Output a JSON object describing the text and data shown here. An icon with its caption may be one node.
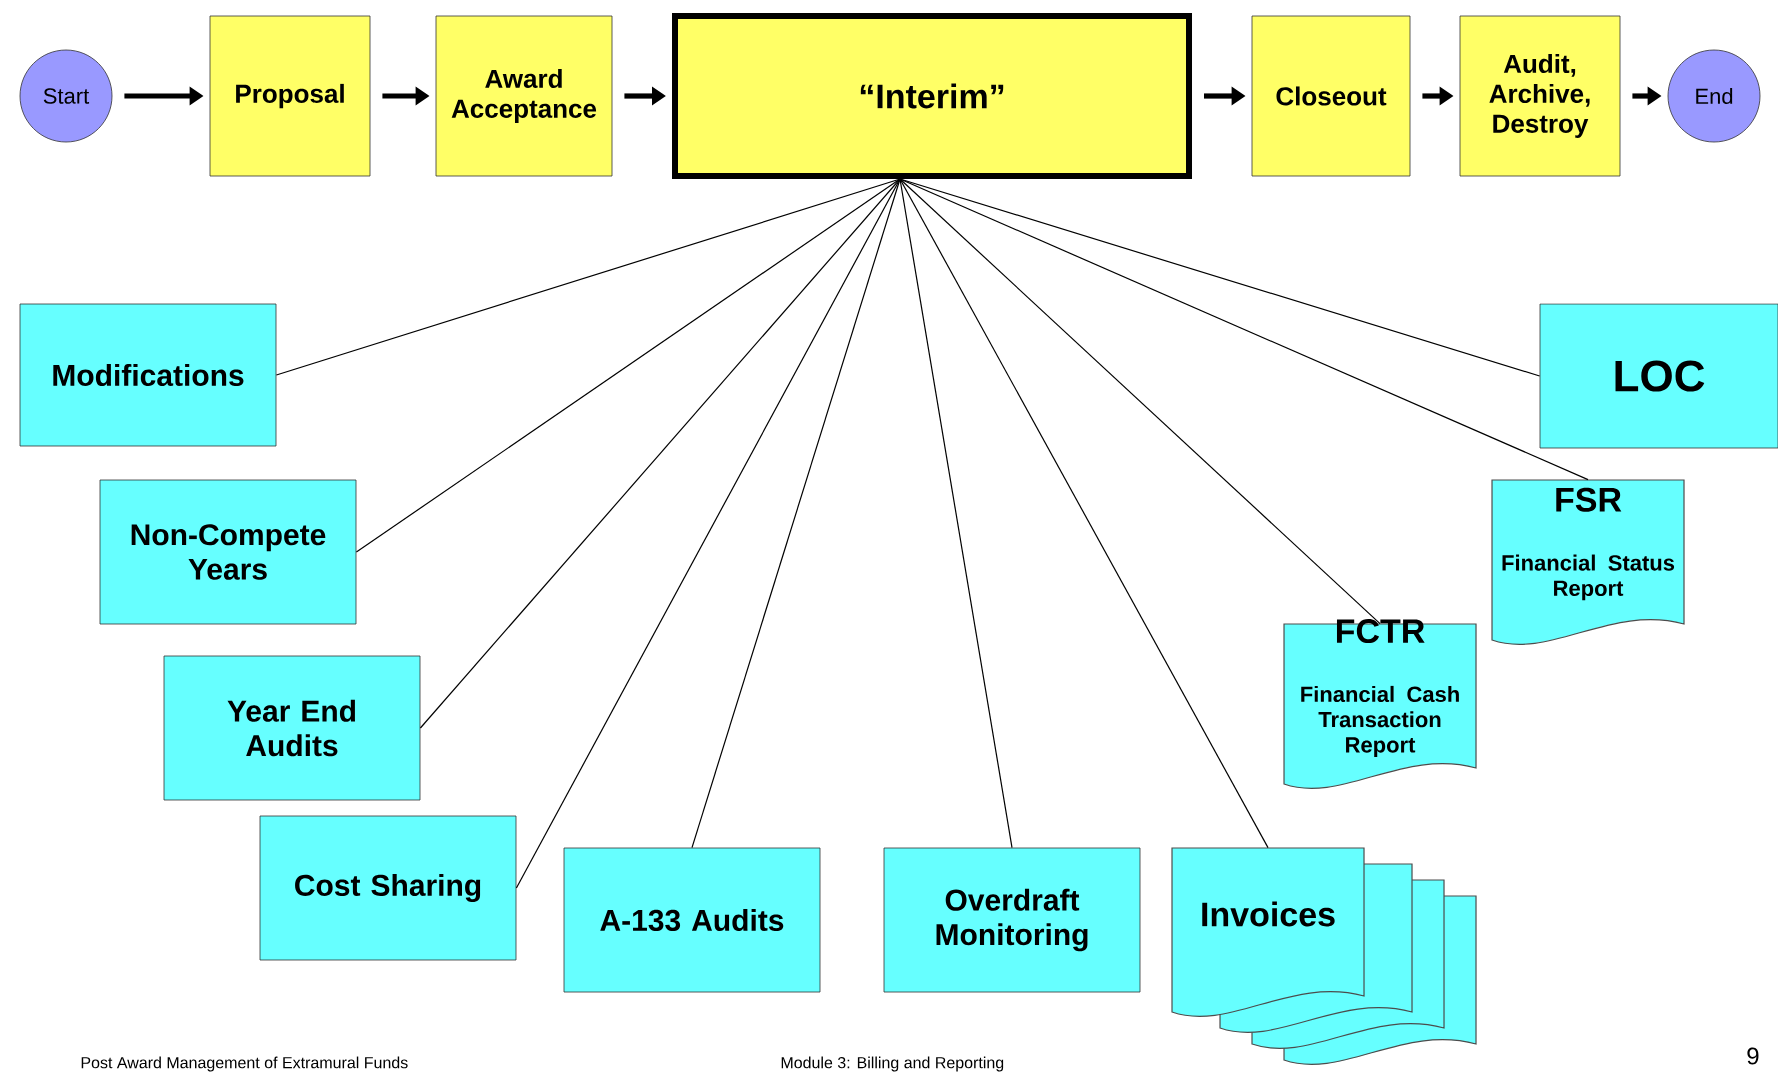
{
  "diagram": {
    "nodes": [
      {
        "text": [
          "Start"
        ]
      },
      {
        "text": [
          "Proposal"
        ]
      },
      {
        "text": [
          "Award Acceptance"
        ]
      },
      {
        "text": [
          "“Interim”"
        ]
      },
      {
        "text": [
          "Closeout"
        ]
      },
      {
        "text": [
          "Audit, Archive, Destroy"
        ]
      },
      {
        "text": [
          "End"
        ]
      },
      {
        "text": [
          "Modifications"
        ]
      },
      {
        "text": [
          "Non-Compete Years"
        ]
      },
      {
        "text": [
          "Year End Audits"
        ]
      },
      {
        "text": [
          "Cost Sharing"
        ]
      },
      {
        "text": [
          "A-133 Audits"
        ]
      },
      {
        "text": [
          "Overdraft Monitoring"
        ]
      },
      {
        "text": [
          "Invoices"
        ]
      },
      {
        "text": [
          "FCTR",
          "Financial Cash Transaction Report"
        ]
      },
      {
        "text": [
          "FSR",
          "Financial Status Report"
        ]
      },
      {
        "text": [
          "LOC"
        ]
      }
    ],
    "edges": [
      {
        "from": 0,
        "to": 1,
        "arrow": "to",
        "style": "thick"
      },
      {
        "from": 1,
        "to": 2,
        "arrow": "to",
        "style": "thick"
      },
      {
        "from": 2,
        "to": 3,
        "arrow": "to",
        "style": "thick"
      },
      {
        "from": 3,
        "to": 4,
        "arrow": "to",
        "style": "thick"
      },
      {
        "from": 4,
        "to": 5,
        "arrow": "to",
        "style": "thick"
      },
      {
        "from": 5,
        "to": 6,
        "arrow": "to",
        "style": "thick"
      },
      {
        "from": 3,
        "to": 7,
        "arrow": "none"
      },
      {
        "from": 3,
        "to": 8,
        "arrow": "none"
      },
      {
        "from": 3,
        "to": 9,
        "arrow": "none"
      },
      {
        "from": 3,
        "to": 10,
        "arrow": "none"
      },
      {
        "from": 3,
        "to": 11,
        "arrow": "none"
      },
      {
        "from": 3,
        "to": 12,
        "arrow": "none"
      },
      {
        "from": 3,
        "to": 13,
        "arrow": "none"
      },
      {
        "from": 3,
        "to": 14,
        "arrow": "none"
      },
      {
        "from": 3,
        "to": 15,
        "arrow": "none"
      },
      {
        "from": 3,
        "to": 16,
        "arrow": "none"
      }
    ],
    "labels": [
      "Post Award Management of Extramural Funds",
      "Module 3: Billing and Reporting",
      "9"
    ]
  }
}
